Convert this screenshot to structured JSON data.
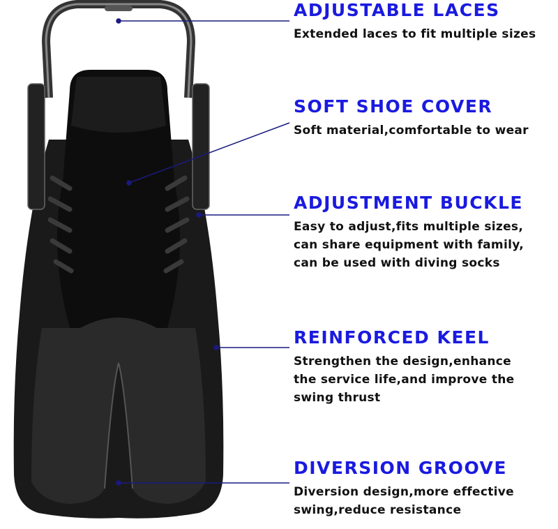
{
  "colors": {
    "heading": "#1a1ae0",
    "leader": "#1a1a80",
    "fin": "#111111"
  },
  "features": [
    {
      "title": "ADJUSTABLE LACES",
      "desc": "Extended laces to fit multiple sizes"
    },
    {
      "title": "SOFT SHOE COVER",
      "desc": "Soft material,comfortable to wear"
    },
    {
      "title": "ADJUSTMENT BUCKLE",
      "desc": "Easy to adjust,fits multiple sizes,\ncan share equipment with family,\ncan be used with diving socks"
    },
    {
      "title": "REINFORCED KEEL",
      "desc": "Strengthen the design,enhance\nthe service life,and improve the\nswing thrust"
    },
    {
      "title": "DIVERSION GROOVE",
      "desc": "Diversion design,more effective\nswing,reduce resistance"
    }
  ]
}
